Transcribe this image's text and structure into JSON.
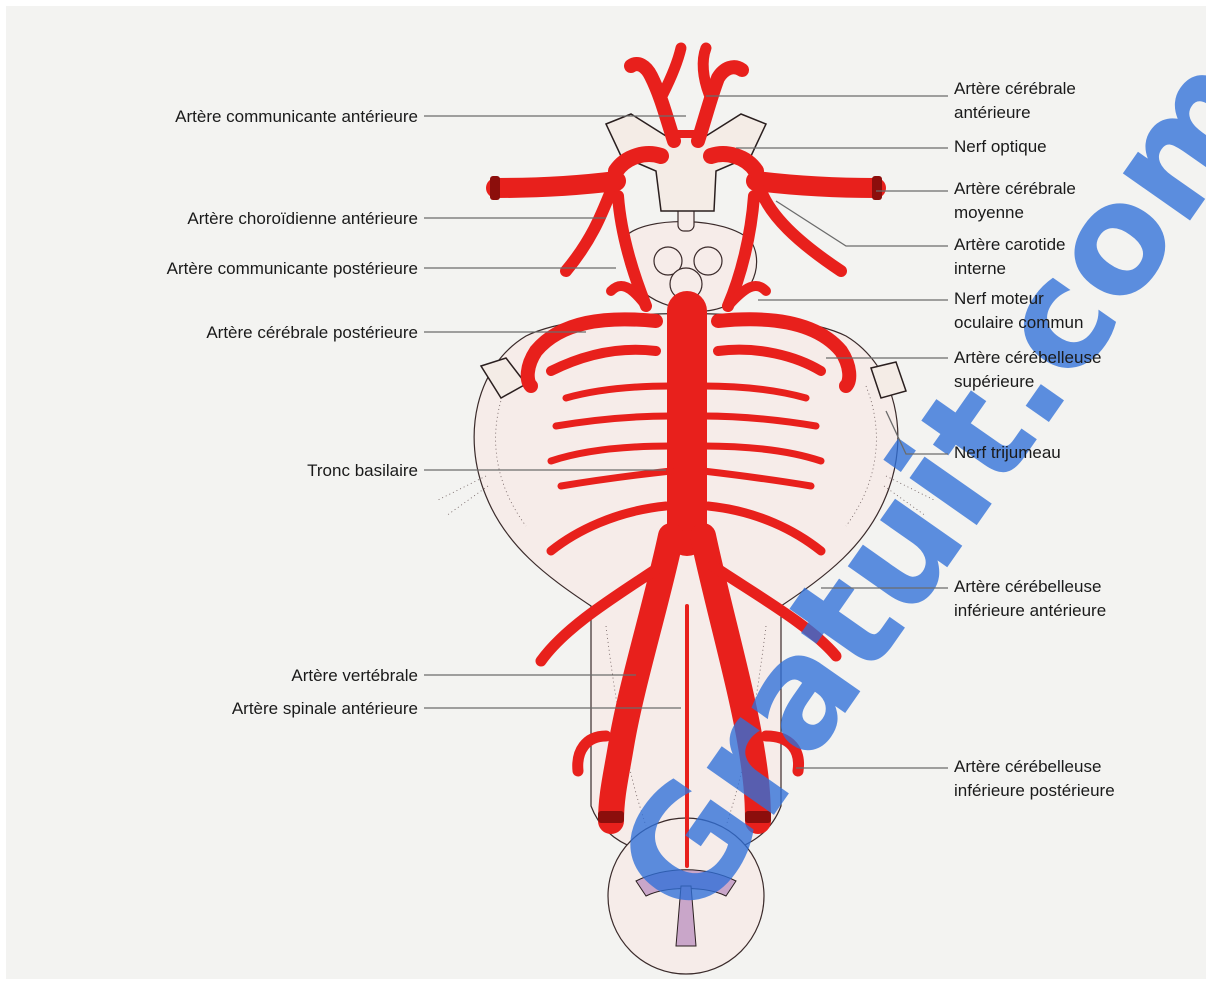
{
  "labels": {
    "left": [
      "Artère communicante antérieure",
      "Artère choroïdienne antérieure",
      "Artère communicante postérieure",
      "Artère cérébrale postérieure",
      "Tronc basilaire",
      "Artère vertébrale",
      "Artère spinale antérieure"
    ],
    "right": [
      [
        "Artère cérébrale",
        "antérieure"
      ],
      [
        "Nerf optique"
      ],
      [
        "Artère cérébrale",
        "moyenne"
      ],
      [
        "Artère carotide",
        "interne"
      ],
      [
        "Nerf moteur",
        "oculaire commun"
      ],
      [
        "Artère cérébelleuse",
        "supérieure"
      ],
      [
        "Nerf trijumeau"
      ],
      [
        "Artère cérébelleuse",
        "inférieure antérieure"
      ],
      [
        "Artère cérébelleuse",
        "inférieure postérieure"
      ]
    ]
  },
  "watermark": "Gratuit.com",
  "colors": {
    "artery": "#e8201c",
    "watermark": "#2f6fd8",
    "background": "#f3f3f1"
  }
}
